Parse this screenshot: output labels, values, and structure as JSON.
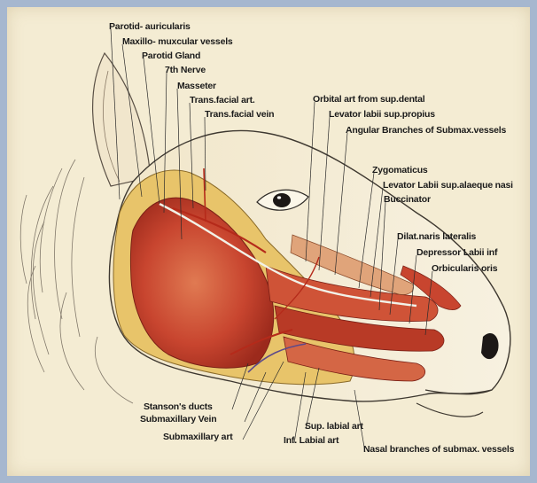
{
  "labels": {
    "parotid_auricularis": "Parotid- auricularis",
    "maxillo_muscular": "Maxillo- muxcular vessels",
    "parotid_gland": "Parotid Gland",
    "seventh_nerve": "7th Nerve",
    "masseter": "Masseter",
    "trans_facial_art": "Trans.facial art.",
    "trans_facial_vein": "Trans.facial vein",
    "orbital_art": "Orbital art from sup.dental",
    "levator_labii_propius": "Levator labii sup.propius",
    "angular_branches": "Angular Branches of Submax.vessels",
    "zygomaticus": "Zygomaticus",
    "levator_alaeque": "Levator Labii sup.alaeque nasi",
    "buccinator": "Buccinator",
    "dilat_naris": "Dilat.naris lateralis",
    "depressor_labii": "Depressor Labii inf",
    "orbicularis_oris": "Orbicularis oris",
    "stansons_ducts": "Stanson's ducts",
    "submaxillary_vein": "Submaxillary Vein",
    "submaxillary_art": "Submaxillary art",
    "sup_labial_art": "Sup. labial art",
    "inf_labial_art": "Inf. Labial art",
    "nasal_branches": "Nasal branches of submax. vessels"
  },
  "colors": {
    "background": "#a6b7cf",
    "paper": "#f4ecd3",
    "muscle": "#c8452f",
    "fat": "#e8c46a",
    "ink": "#1b1b1b"
  }
}
